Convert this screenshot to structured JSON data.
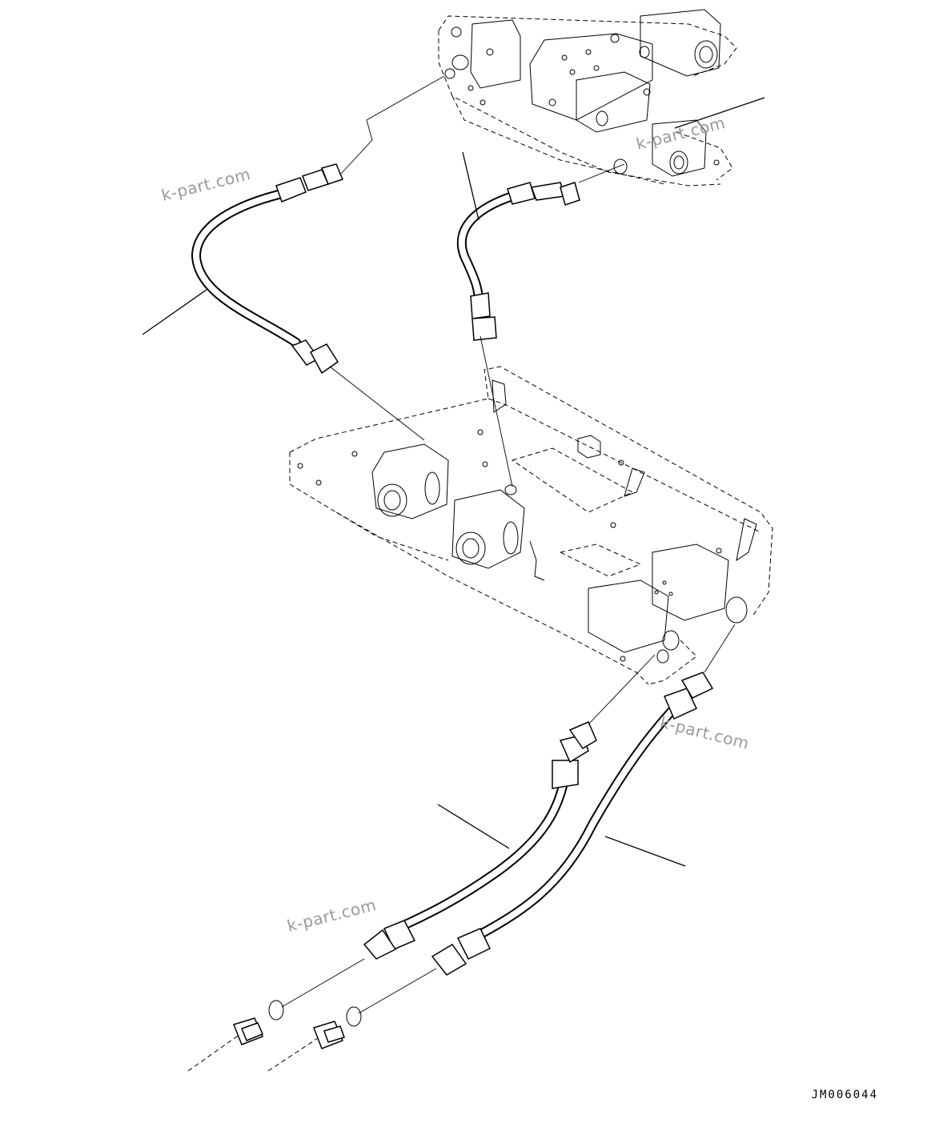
{
  "diagram": {
    "drawing_code": "JM006044",
    "watermarks": [
      "k-part.com",
      "k-part.com",
      "k-part.com",
      "k-part.com"
    ]
  }
}
